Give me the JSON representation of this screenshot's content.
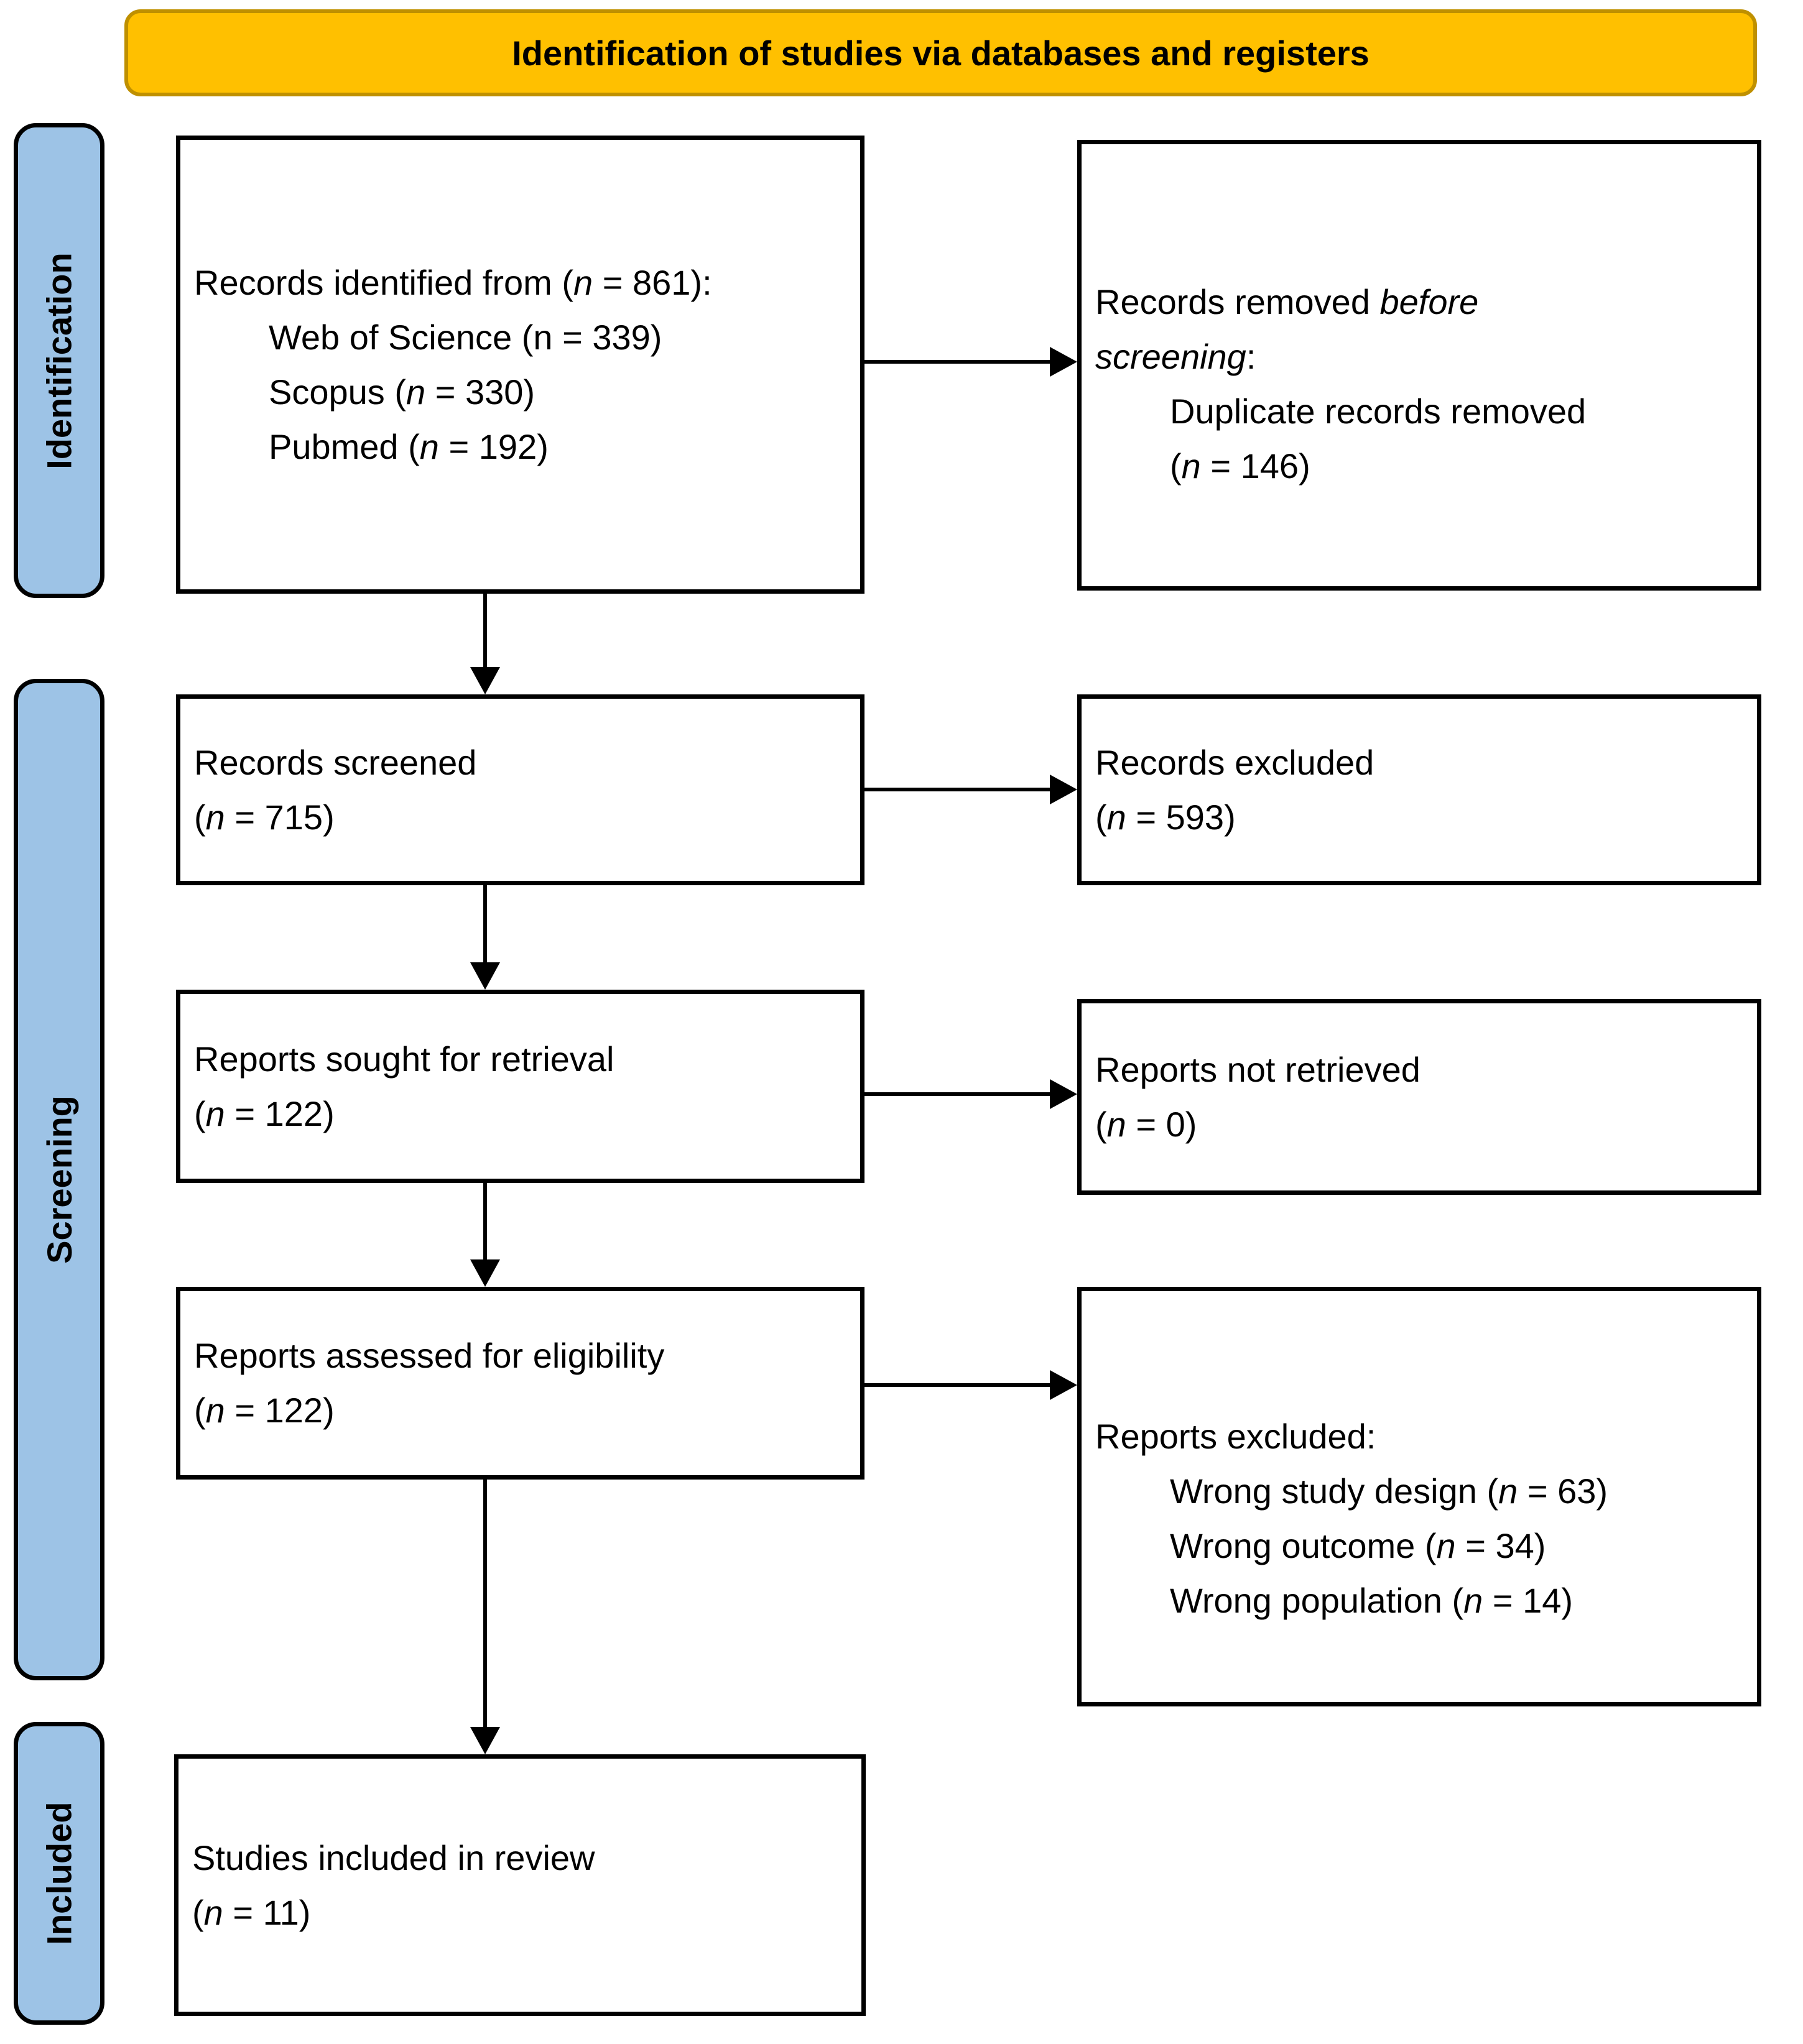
{
  "banner": {
    "label": "Identification of studies via databases and registers"
  },
  "colors": {
    "banner_fill": "#FFC000",
    "banner_border": "#BF9000",
    "sidebar_fill": "#9DC3E6",
    "sidebar_border": "#000000",
    "box_border": "#000000",
    "arrow": "#000000",
    "text": "#000000",
    "background": "#FFFFFF"
  },
  "sidebar": {
    "items": [
      {
        "id": "identification",
        "label": "Identification"
      },
      {
        "id": "screening",
        "label": "Screening"
      },
      {
        "id": "included",
        "label": "Included"
      }
    ]
  },
  "boxes": {
    "records_identified": {
      "lines": [
        {
          "segments": [
            {
              "t": "Records identified from ("
            },
            {
              "t": "n",
              "i": true
            },
            {
              "t": " = 861):"
            }
          ]
        },
        {
          "indent": true,
          "segments": [
            {
              "t": "Web of Science (n = 339)"
            }
          ]
        },
        {
          "indent": true,
          "segments": [
            {
              "t": "Scopus ("
            },
            {
              "t": "n",
              "i": true
            },
            {
              "t": " = 330)"
            }
          ]
        },
        {
          "indent": true,
          "segments": [
            {
              "t": "Pubmed ("
            },
            {
              "t": "n",
              "i": true
            },
            {
              "t": " = 192)"
            }
          ]
        }
      ]
    },
    "records_removed": {
      "lines": [
        {
          "segments": [
            {
              "t": "Records removed "
            },
            {
              "t": "before",
              "i": true
            }
          ]
        },
        {
          "segments": [
            {
              "t": "screening",
              "i": true
            },
            {
              "t": ":"
            }
          ]
        },
        {
          "indent": true,
          "segments": [
            {
              "t": "Duplicate records removed"
            }
          ]
        },
        {
          "indent": true,
          "segments": [
            {
              "t": "("
            },
            {
              "t": "n",
              "i": true
            },
            {
              "t": " = 146)"
            }
          ]
        }
      ]
    },
    "records_screened": {
      "lines": [
        {
          "segments": [
            {
              "t": "Records screened"
            }
          ]
        },
        {
          "segments": [
            {
              "t": "("
            },
            {
              "t": "n",
              "i": true
            },
            {
              "t": " = 715)"
            }
          ]
        }
      ]
    },
    "records_excluded": {
      "lines": [
        {
          "segments": [
            {
              "t": "Records excluded"
            }
          ]
        },
        {
          "segments": [
            {
              "t": "("
            },
            {
              "t": "n",
              "i": true
            },
            {
              "t": " = 593)"
            }
          ]
        }
      ]
    },
    "reports_sought": {
      "lines": [
        {
          "segments": [
            {
              "t": "Reports sought for retrieval"
            }
          ]
        },
        {
          "segments": [
            {
              "t": "("
            },
            {
              "t": "n",
              "i": true
            },
            {
              "t": " = 122)"
            }
          ]
        }
      ]
    },
    "reports_not_retrieved": {
      "lines": [
        {
          "segments": [
            {
              "t": "Reports not retrieved"
            }
          ]
        },
        {
          "segments": [
            {
              "t": "("
            },
            {
              "t": "n",
              "i": true
            },
            {
              "t": " = 0)"
            }
          ]
        }
      ]
    },
    "reports_assessed": {
      "lines": [
        {
          "segments": [
            {
              "t": "Reports assessed for eligibility"
            }
          ]
        },
        {
          "segments": [
            {
              "t": "("
            },
            {
              "t": "n",
              "i": true
            },
            {
              "t": " = 122)"
            }
          ]
        }
      ]
    },
    "reports_excluded": {
      "lines": [
        {
          "segments": [
            {
              "t": "Reports excluded:"
            }
          ]
        },
        {
          "indent": true,
          "segments": [
            {
              "t": "Wrong study design ("
            },
            {
              "t": "n",
              "i": true
            },
            {
              "t": " = 63)"
            }
          ]
        },
        {
          "indent": true,
          "segments": [
            {
              "t": "Wrong outcome ("
            },
            {
              "t": "n",
              "i": true
            },
            {
              "t": " = 34)"
            }
          ]
        },
        {
          "indent": true,
          "segments": [
            {
              "t": "Wrong population ("
            },
            {
              "t": "n",
              "i": true
            },
            {
              "t": " = 14)"
            }
          ]
        }
      ]
    },
    "studies_included": {
      "lines": [
        {
          "segments": [
            {
              "t": "Studies included in review"
            }
          ]
        },
        {
          "segments": [
            {
              "t": "("
            },
            {
              "t": "n",
              "i": true
            },
            {
              "t": " = 11)"
            }
          ]
        }
      ]
    }
  }
}
